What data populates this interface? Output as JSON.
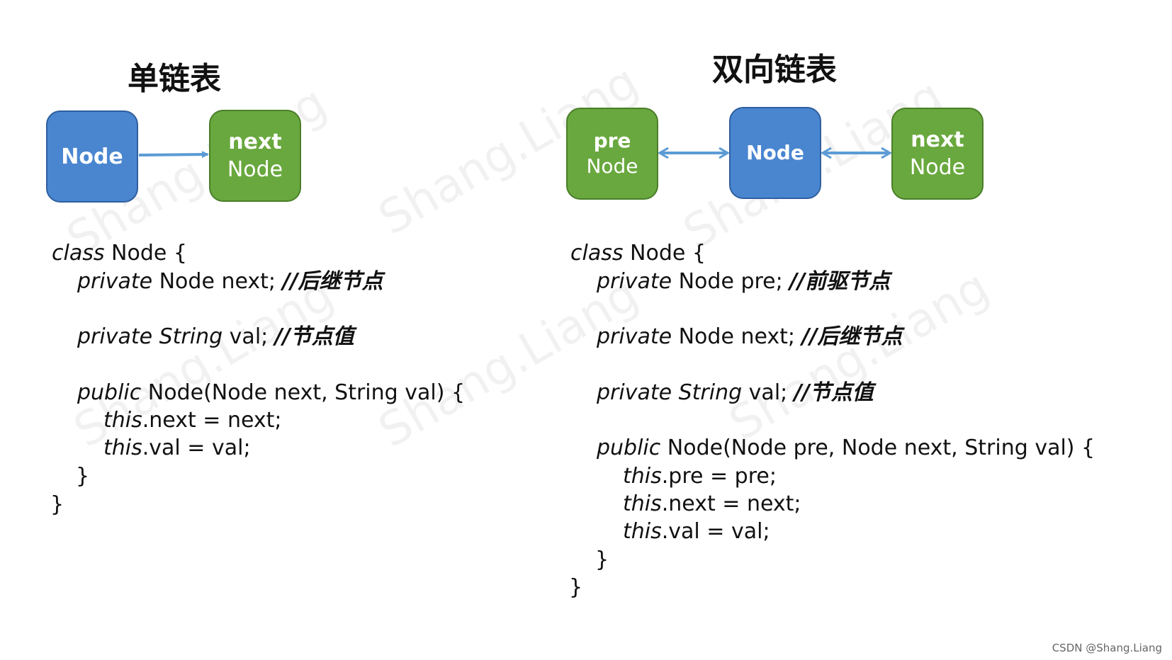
{
  "watermark_text": "Shang.Liang",
  "single_list": {
    "title": "单链表",
    "node_box_label": "Node",
    "next_box_label_top": "next",
    "next_box_label_bottom": "Node",
    "code": {
      "line1_kw": "class",
      "line1_rest": " Node {",
      "line2_kw": "private",
      "line2_rest": " Node next; ",
      "line2_comment": "//后继节点",
      "line3_kw": "private String",
      "line3_rest": " val; ",
      "line3_comment": "//节点值",
      "line4_kw": "public",
      "line4_rest": " Node(Node next, String val) {",
      "line5_kw": "this",
      "line5_rest": ".next = next;",
      "line6_kw": "this",
      "line6_rest": ".val = val;",
      "line7": "}",
      "line8": "}"
    }
  },
  "double_list": {
    "title": "双向链表",
    "pre_box_label_top": "pre",
    "pre_box_label_bottom": "Node",
    "node_box_label": "Node",
    "next_box_label_top": "next",
    "next_box_label_bottom": "Node",
    "code": {
      "line1_kw": "class",
      "line1_rest": " Node {",
      "line2_kw": "private",
      "line2_rest": " Node pre; ",
      "line2_comment": "//前驱节点",
      "line3_kw": "private",
      "line3_rest": " Node next; ",
      "line3_comment": "//后继节点",
      "line4_kw": "private String",
      "line4_rest": " val; ",
      "line4_comment": "//节点值",
      "line5_kw": "public",
      "line5_rest": " Node(Node pre, Node next, String val) {",
      "line6_kw": "this",
      "line6_rest": ".pre = pre;",
      "line7_kw": "this",
      "line7_rest": ".next = next;",
      "line8_kw": "this",
      "line8_rest": ".val = val;",
      "line9": "}",
      "line10": "}"
    }
  },
  "credit": "CSDN @Shang.Liang",
  "colors": {
    "node_blue": "#4a86d0",
    "node_green": "#69a83e",
    "arrow": "#5b9bd5"
  }
}
